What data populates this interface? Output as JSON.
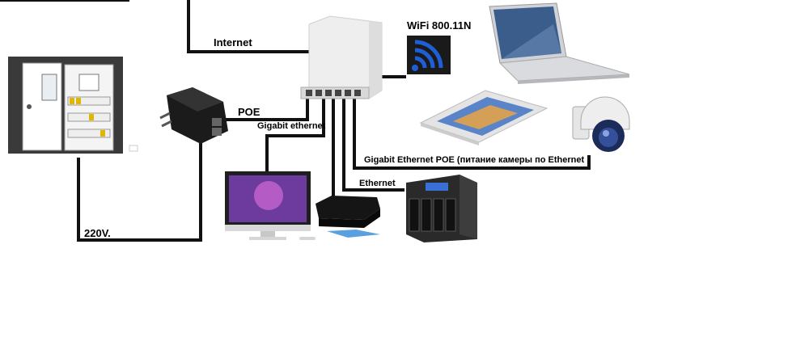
{
  "labels": {
    "internet": "Internet",
    "wifi": "WiFi 800.11N",
    "poe": "POE",
    "gigabit_ethernet": "Gigabit ethernet",
    "gigabit_ethernet_poe": "Gigabit Ethernet POE (питание камеры по Ethernet",
    "ethernet": "Ethernet",
    "voltage": "220V."
  },
  "colors": {
    "wire": "#111111",
    "wifi_bg": "#1a1a1a",
    "wifi_waves": "#1e5fd8",
    "panel_bg": "#3a3a3a",
    "router_body": "#eeeeee",
    "nas_body": "#2a2a2a"
  },
  "icons": [
    "electrical-panel-icon",
    "poe-adapter-icon",
    "router-icon",
    "wifi-icon",
    "laptop-icon",
    "tablet-icon",
    "ip-camera-icon",
    "desktop-monitor-icon",
    "printer-icon",
    "nas-storage-icon"
  ]
}
